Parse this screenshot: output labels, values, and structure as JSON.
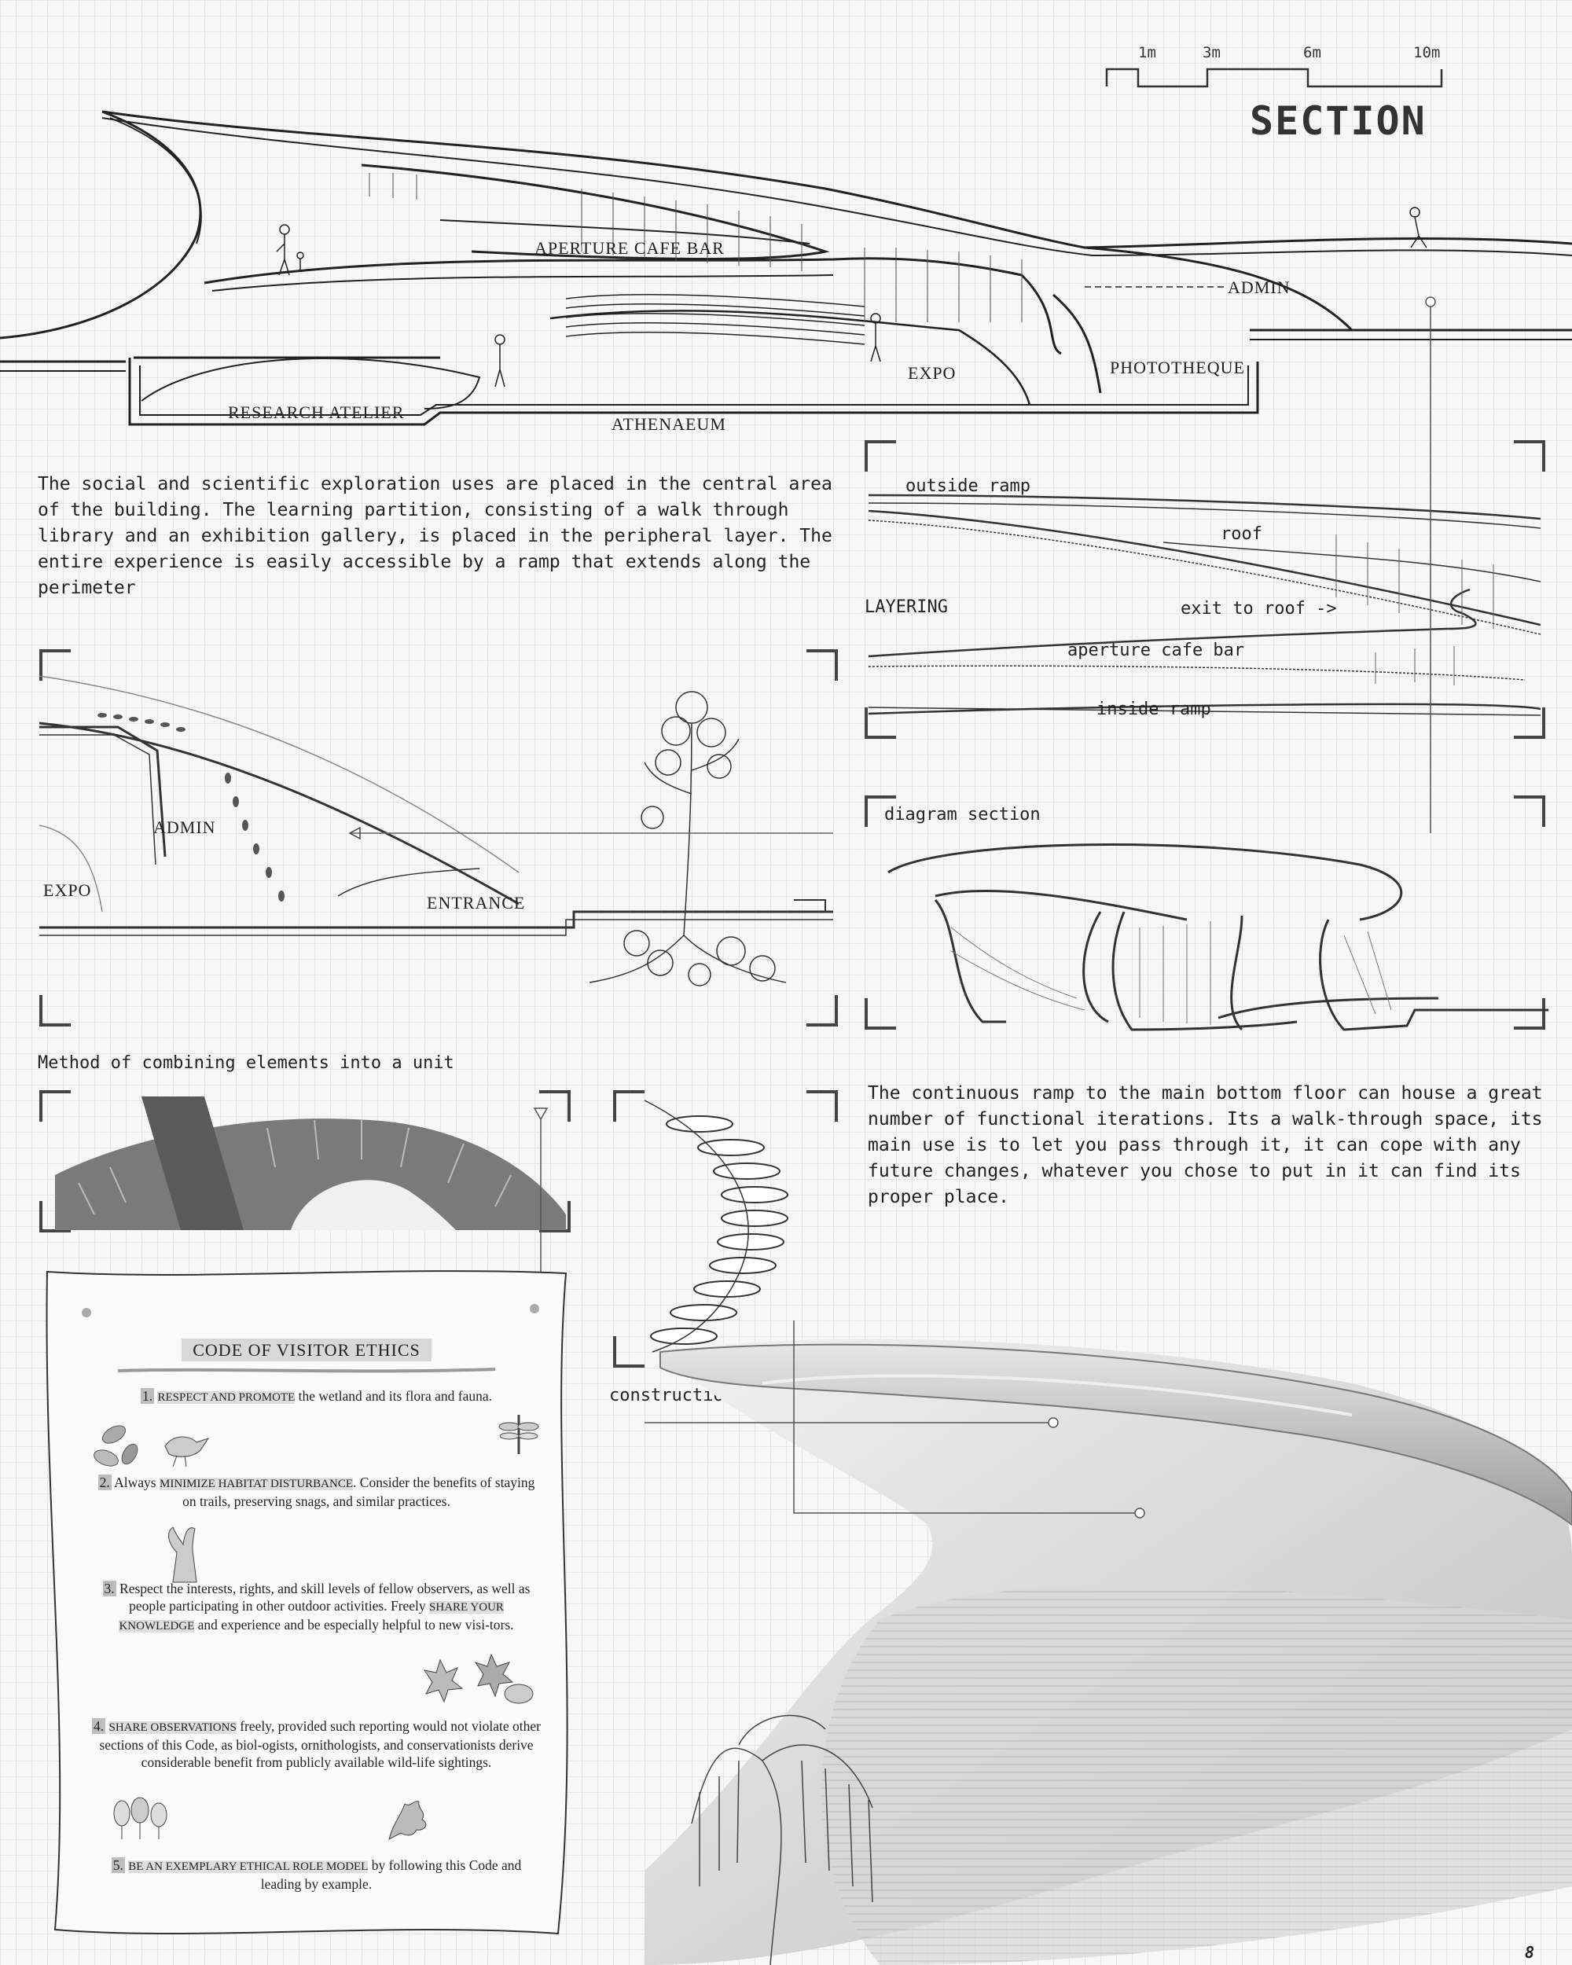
{
  "scale": {
    "ticks": [
      "1m",
      "3m",
      "6m",
      "10m"
    ]
  },
  "title": "SECTION",
  "section_labels": {
    "cafe": "APERTURE CAFE BAR",
    "admin": "ADMIN",
    "expo": "EXPO",
    "phototheque": "PHOTOTHEQUE",
    "atelier": "RESEARCH ATELIER",
    "athenaeum": "ATHENAEUM"
  },
  "intro_text": "The social and scientific exploration uses are placed in the central area of the building. The learning partition, consisting of a walk through library and an exhibition gallery, is placed in the peripheral layer. The entire experience is easily accessible by a ramp that extends along the perimeter",
  "layering": {
    "title": "LAYERING",
    "outside_ramp": "outside ramp",
    "roof": "roof",
    "exit": "exit to roof ->",
    "cafe": "aperture cafe bar",
    "inside_ramp": "inside ramp"
  },
  "detail_labels": {
    "admin": "ADMIN",
    "expo": "EXPO",
    "entrance": "ENTRANCE"
  },
  "diagram_section": "diagram section",
  "method_caption": "Method of combining elements into a unit",
  "construction_caption": "construction detail",
  "ramp_text": "The continuous ramp to the main bottom floor can house a great number of functional iterations. Its a walk-through space, its main use is to let you pass through it, it can cope with any future changes, whatever you chose to put in it can find its proper place.",
  "ethics": {
    "title": "CODE OF VISITOR ETHICS",
    "items": [
      {
        "num": "1.",
        "highlight": "RESPECT AND PROMOTE",
        "text": " the wetland and its flora and fauna."
      },
      {
        "num": "2.",
        "pre": "Always ",
        "highlight": "MINIMIZE HABITAT DISTURBANCE",
        "text": ". Consider the benefits of staying on trails, preserving snags, and similar practices."
      },
      {
        "num": "3.",
        "pre": "Respect the interests, rights, and skill levels of fellow observers, as well as people participating in other outdoor activities. Freely ",
        "highlight": "SHARE YOUR KNOWLEDGE",
        "text": " and experience and be especially helpful to new visi-tors."
      },
      {
        "num": "4.",
        "highlight": "SHARE OBSERVATIONS",
        "text": " freely, provided such reporting would not violate other sections of this Code, as biol-ogists, ornithologists, and conservationists derive considerable benefit from publicly available wild-life sightings."
      },
      {
        "num": "5.",
        "highlight": "BE AN EXEMPLARY ETHICAL ROLE MODEL",
        "text": " by following this Code and leading by example."
      }
    ]
  },
  "page_number": "8"
}
